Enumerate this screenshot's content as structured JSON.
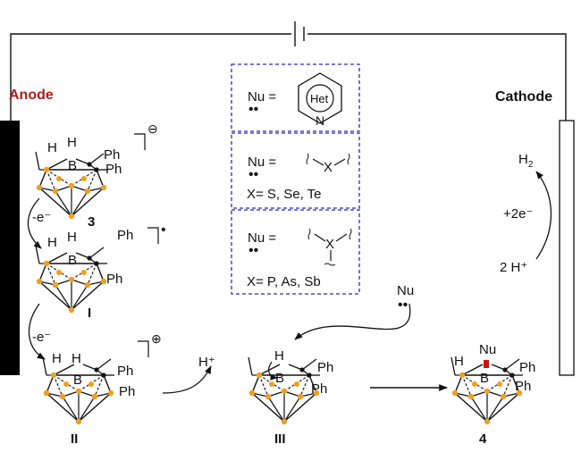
{
  "labels": {
    "anode": "Anode",
    "cathode": "Cathode"
  },
  "colors": {
    "anode_label": "#b01c1c",
    "electrode": "#000000",
    "vertex": "#f0a020",
    "box_border": "#2a2ab8",
    "highlight": "#d01010"
  },
  "species": {
    "s3": {
      "id": "3",
      "charge": "⊖"
    },
    "s1": {
      "id": "I",
      "charge": "•"
    },
    "s2": {
      "id": "II",
      "charge": "⊕"
    },
    "s3b": {
      "id": "III"
    },
    "s4": {
      "id": "4",
      "nu": "Nu"
    }
  },
  "atoms": {
    "h": "H",
    "b": "B",
    "ph": "Ph"
  },
  "steps": {
    "ox1": "-e⁻",
    "ox2": "-e⁻",
    "proton": "H⁺",
    "nu": "Nu",
    "h2": "H",
    "h2_sub": "2",
    "red": "+2e⁻",
    "h_plus": "2 H⁺"
  },
  "nucleophiles": {
    "eq": "Nu =",
    "het": "Het",
    "n_atom": "N",
    "x_atom": "X",
    "chalcogen": "X= S, Se, Te",
    "pnictogen": "X= P, As, Sb"
  }
}
